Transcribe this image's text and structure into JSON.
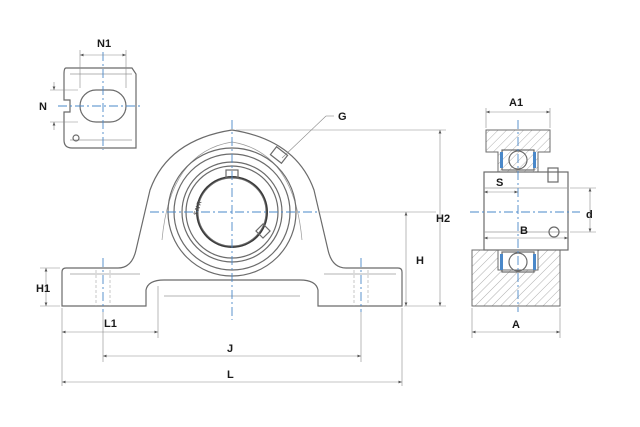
{
  "brand_text": "SNR",
  "colors": {
    "outline": "#6b6b6b",
    "centerline": "#4a88c9",
    "dimension": "#8a8a8a",
    "label": "#1a1a1a"
  },
  "labels": {
    "n1": "N1",
    "n": "N",
    "g": "G",
    "h2": "H2",
    "h": "H",
    "h1": "H1",
    "l1": "L1",
    "j": "J",
    "l": "L",
    "a1": "A1",
    "s": "S",
    "b": "B",
    "d": "d",
    "a": "A"
  }
}
